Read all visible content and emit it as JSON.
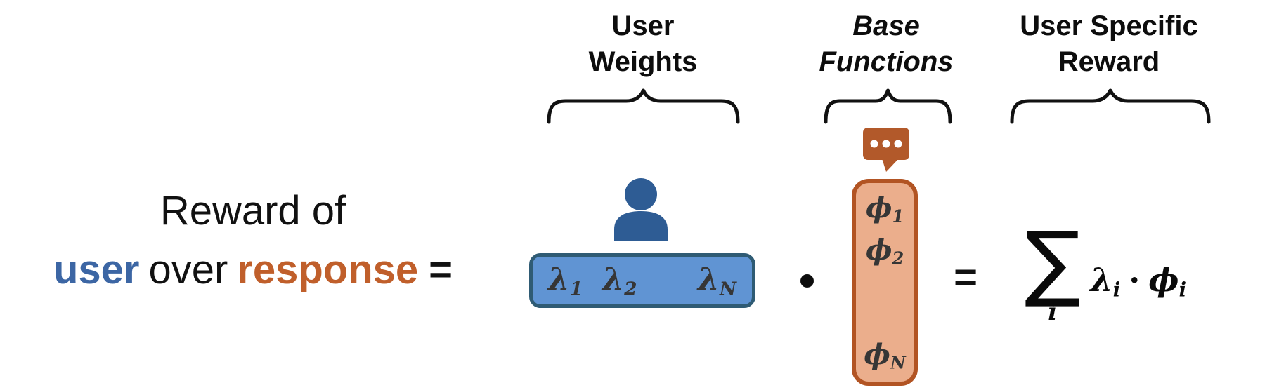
{
  "equation_left": {
    "line1": "Reward of",
    "user": "user",
    "over": "over",
    "response": "response",
    "equals": "="
  },
  "weights_column": {
    "label": "User Weights",
    "lambda1": {
      "base": "λ",
      "sub": "1"
    },
    "lambda2": {
      "base": "λ",
      "sub": "2"
    },
    "lambdaN": {
      "base": "λ",
      "sub": "N"
    }
  },
  "functions_column": {
    "label": "Base Functions",
    "phi1": {
      "base": "ϕ",
      "sub": "1"
    },
    "phi2": {
      "base": "ϕ",
      "sub": "2"
    },
    "phiN": {
      "base": "ϕ",
      "sub": "N"
    }
  },
  "result_column": {
    "label": "User Specific Reward",
    "equals": "=",
    "sigma": "∑",
    "sum_index": "i",
    "lambda_i": {
      "base": "λ",
      "sub": "i"
    },
    "dot": "·",
    "phi_i": {
      "base": "ϕ",
      "sub": "i"
    }
  },
  "operators": {
    "dot_product": "·"
  },
  "icons": {
    "person": "person-icon",
    "speech_bubble": "speech-bubble-ellipsis-icon"
  },
  "colors": {
    "user_blue_text": "#3C66A4",
    "response_orange_text": "#C05F2B",
    "person_icon_blue": "#2E5C94",
    "weights_box_fill": "#6094D3",
    "weights_box_border": "#2F5B74",
    "functions_box_fill": "#EBAE8C",
    "functions_box_border": "#B25423",
    "speech_bubble_orange": "#B2592A",
    "math_symbol_gray": "#363636",
    "text_black": "#111111"
  }
}
